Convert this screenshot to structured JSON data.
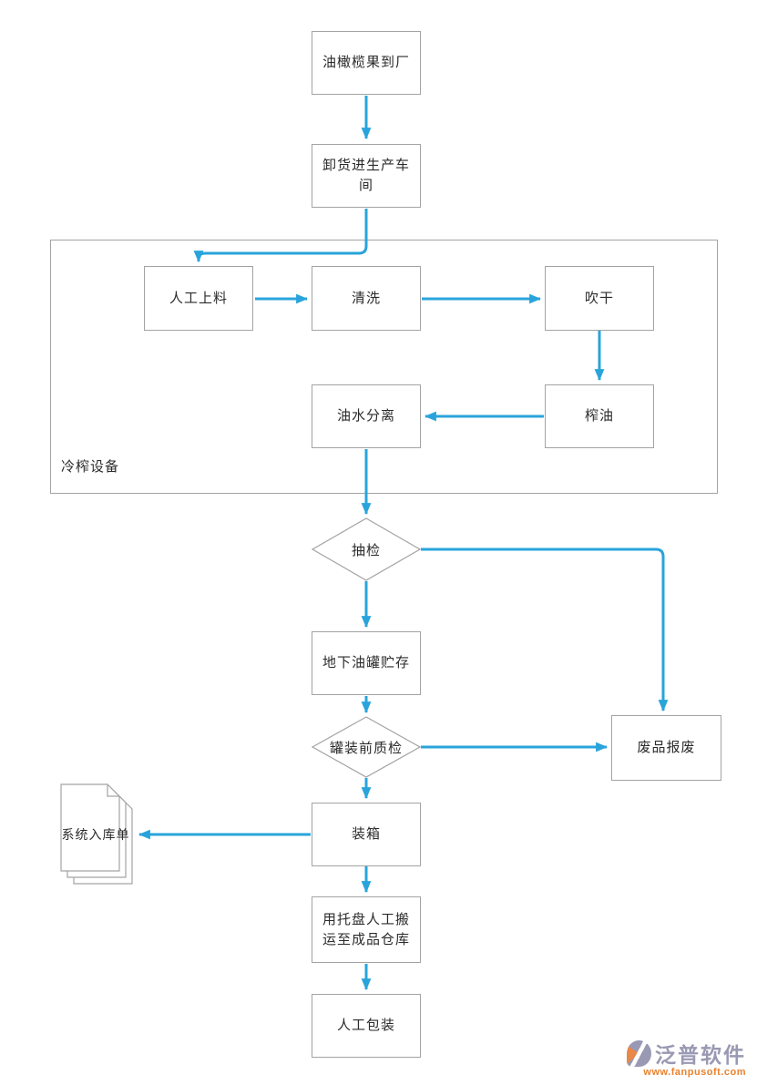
{
  "diagram": {
    "title_hint": "olive-oil cold-press production flowchart",
    "group_label": "冷榨设备",
    "nodes": {
      "arrival": "油橄榄果到厂",
      "unload": "卸货进生产车间",
      "feeding": "人工上料",
      "washing": "清洗",
      "drying": "吹干",
      "pressing": "榨油",
      "separation": "油水分离",
      "sampling": "抽检",
      "storage": "地下油罐贮存",
      "precheck": "罐装前质检",
      "scrap": "废品报废",
      "boxing": "装箱",
      "warehouse_doc": "系统入库单",
      "pallet": "用托盘人工搬运至成品仓库",
      "packing": "人工包装"
    },
    "colors": {
      "arrow": "#29A4DB",
      "shape_border": "#a3a3a3",
      "text": "#2b2b2b"
    }
  },
  "watermark": {
    "brand": "泛普软件",
    "url": "www.fanpusoft.com",
    "brand_color": "#9a99b3",
    "url_color": "#e8822f"
  }
}
